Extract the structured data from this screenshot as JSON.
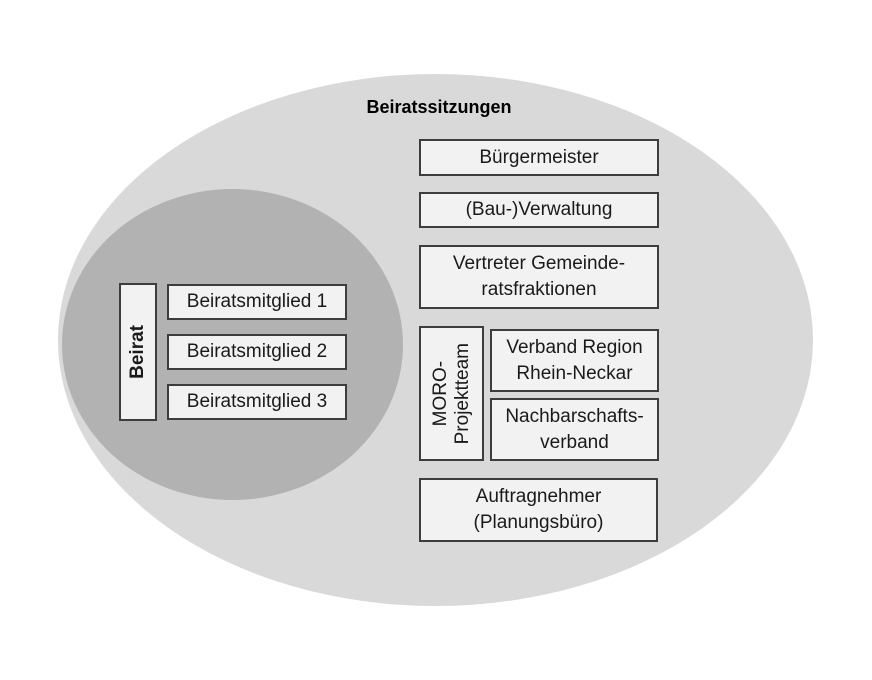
{
  "diagram": {
    "title": "Beiratssitzungen",
    "colors": {
      "outer_ellipse": "#d9d9d9",
      "inner_ellipse": "#b2b2b2",
      "box_fill": "#f2f2f2",
      "box_border": "#3d3d3d",
      "text": "#1a1a1a"
    },
    "beirat_group": {
      "label": "Beirat",
      "member1": "Beiratsmitglied 1",
      "member2": "Beiratsmitglied 2",
      "member3": "Beiratsmitglied 3"
    },
    "boxes": {
      "buergermeister": "Bürgermeister",
      "verwaltung": "(Bau-)Verwaltung",
      "vertreter_line1": "Vertreter Gemeinde-",
      "vertreter_line2": "ratsfraktionen",
      "moro_line1": "MORO-",
      "moro_line2": "Projektteam",
      "verband_line1": "Verband Region",
      "verband_line2": "Rhein-Neckar",
      "nachbarschaft_line1": "Nachbarschafts-",
      "nachbarschaft_line2": "verband",
      "auftragnehmer_line1": "Auftragnehmer",
      "auftragnehmer_line2": "(Planungsbüro)"
    }
  }
}
